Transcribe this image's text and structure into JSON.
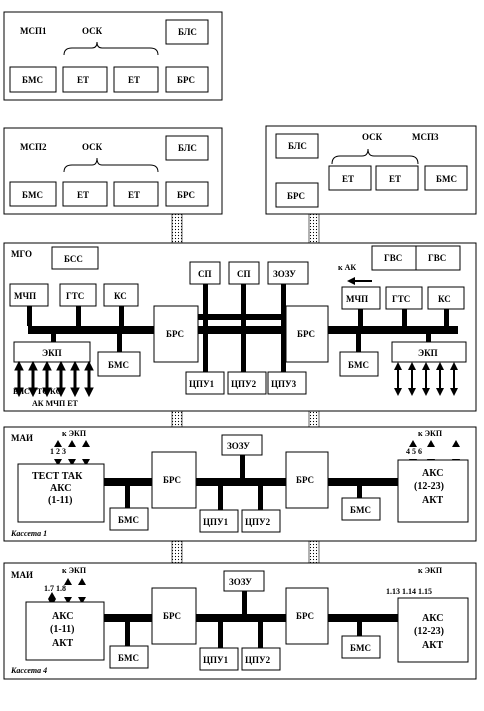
{
  "m1": {
    "name": "МСП1",
    "osk": "ОСК",
    "bls": "БЛС",
    "bms": "БМС",
    "et1": "ЕТ",
    "et2": "ЕТ",
    "brs": "БРС"
  },
  "m2": {
    "name": "МСП2",
    "osk": "ОСК",
    "bls": "БЛС",
    "bms": "БМС",
    "et1": "ЕТ",
    "et2": "ЕТ",
    "brs": "БРС"
  },
  "m3": {
    "name": "МСП3",
    "osk": "ОСК",
    "bls": "БЛС",
    "brs": "БРС",
    "et1": "ЕТ",
    "et2": "ЕТ",
    "bms": "БМС"
  },
  "mgo": {
    "name": "МГО",
    "bss": "БСС",
    "gvs1": "ГВС",
    "gvs2": "ГВС",
    "to_ak": "к АК",
    "sp1": "СП",
    "sp2": "СП",
    "ozu": "ЗОЗУ",
    "left": {
      "mchp": "МЧП",
      "gts": "ГТС",
      "ks": "КС",
      "ekp": "ЭКП",
      "bms": "БМС"
    },
    "right": {
      "mchp": "МЧП",
      "gts": "ГТС",
      "ks": "КС",
      "ekp": "ЭКП",
      "bms": "БМС"
    },
    "brs1": "БРС",
    "brs2": "БРС",
    "cpu1": "ЦПУ1",
    "cpu2": "ЦПУ2",
    "cpu3": "ЦПУ3",
    "io_row1": "БЛС ГТС КС",
    "io_row2": "АК  МЧП ЕТ"
  },
  "mai1": {
    "name": "МАИ",
    "cassette": "Кассета 1",
    "to_ekp_l": "к ЭКП",
    "to_ekp_r": "к ЭКП",
    "nums_l": "1  2  3",
    "nums_r": "4  5  6",
    "akl1": "ТЕСТ ТАК",
    "akl2": "АКС",
    "akl3": "(1-11)",
    "akr1": "АКС",
    "akr2": "(12-23)",
    "akr3": "АКТ",
    "brs1": "БРС",
    "brs2": "БРС",
    "bms1": "БМС",
    "bms2": "БМС",
    "ozu": "ЗОЗУ",
    "cpu1": "ЦПУ1",
    "cpu2": "ЦПУ2"
  },
  "mai4": {
    "name": "МАИ",
    "cassette": "Кассета 4",
    "to_ekp_l": "к ЭКП",
    "to_ekp_r": "к ЭКП",
    "nums_l": "1.7  1.8",
    "nums_r": "1.13 1.14 1.15",
    "akl1": "АКС",
    "akl2": "(1-11)",
    "akl3": "АКТ",
    "akr1": "АКС",
    "akr2": "(12-23)",
    "akr3": "АКТ",
    "brs1": "БРС",
    "brs2": "БРС",
    "bms1": "БМС",
    "bms2": "БМС",
    "ozu": "ЗОЗУ",
    "cpu1": "ЦПУ1",
    "cpu2": "ЦПУ2"
  }
}
